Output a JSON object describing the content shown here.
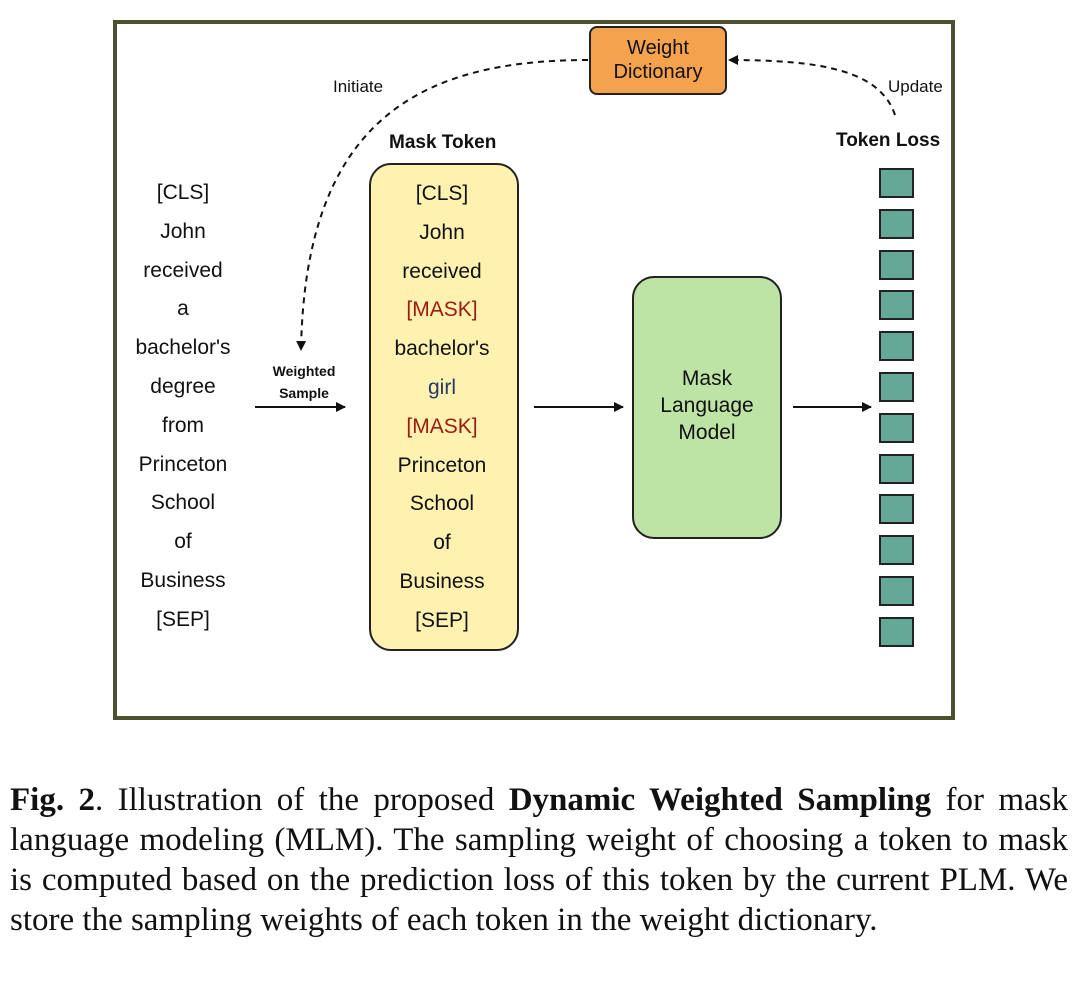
{
  "diagram": {
    "weight_dictionary": "Weight\nDictionary",
    "initiate": "Initiate",
    "update": "Update",
    "mask_token_title": "Mask Token",
    "token_loss_title": "Token Loss",
    "weighted_sample": "Weighted\nSample",
    "mlm_label": "Mask\nLanguage\nModel",
    "input_tokens": [
      "[CLS]",
      "John",
      "received",
      "a",
      "bachelor's",
      "degree",
      "from",
      "Princeton",
      "School",
      "of",
      "Business",
      "[SEP]"
    ],
    "masked_tokens": [
      {
        "text": "[CLS]",
        "color": "#111111"
      },
      {
        "text": "John",
        "color": "#111111"
      },
      {
        "text": "received",
        "color": "#111111"
      },
      {
        "text": "[MASK]",
        "color": "#9b1a12"
      },
      {
        "text": "bachelor's",
        "color": "#111111"
      },
      {
        "text": "girl",
        "color": "#243a66"
      },
      {
        "text": "[MASK]",
        "color": "#9b1a12"
      },
      {
        "text": "Princeton",
        "color": "#111111"
      },
      {
        "text": "School",
        "color": "#111111"
      },
      {
        "text": "of",
        "color": "#111111"
      },
      {
        "text": "Business",
        "color": "#111111"
      },
      {
        "text": "[SEP]",
        "color": "#111111"
      }
    ],
    "token_loss_count": 12,
    "colors": {
      "frame": "#4a5230",
      "weight_dictionary_fill": "#f4a24e",
      "mask_box_fill": "#fff2b0",
      "mlm_fill": "#bde3a5",
      "token_loss_fill": "#64a898"
    }
  },
  "caption": {
    "fig_label": "Fig. 2",
    "text_1": ". Illustration of the proposed ",
    "bold": "Dynamic Weighted Sampling",
    "text_2": " for mask language modeling (MLM). The sampling weight of choosing a token to mask is computed based on the prediction loss of this token by the current PLM. We store the sampling weights of each token in the weight dictionary."
  }
}
